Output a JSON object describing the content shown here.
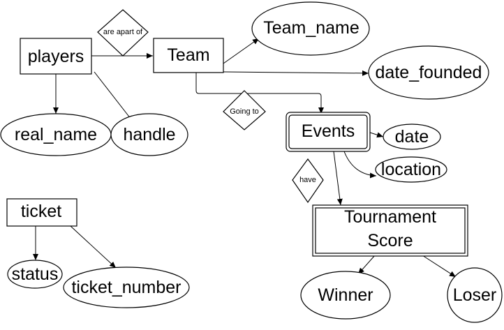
{
  "entities": {
    "players": "players",
    "team": "Team",
    "events": "Events",
    "tournament_score_line1": "Tournament",
    "tournament_score_line2": "Score",
    "ticket": "ticket"
  },
  "attributes": {
    "team_name": "Team_name",
    "date_founded": "date_founded",
    "real_name": "real_name",
    "handle": "handle",
    "date": "date",
    "location": "location",
    "winner": "Winner",
    "loser": "Loser",
    "status": "status",
    "ticket_number": "ticket_number"
  },
  "relationships": {
    "are_apart_of": "are apart of",
    "going_to": "Going to",
    "have": "have"
  }
}
